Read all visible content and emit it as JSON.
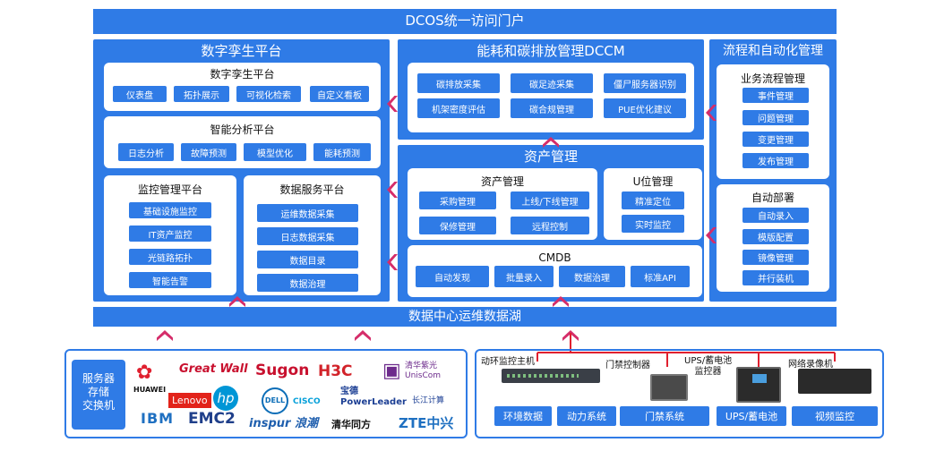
{
  "top_bar": "DCOS统一访问门户",
  "left": {
    "title": "数字孪生平台",
    "twin": {
      "title": "数字孪生平台",
      "items": [
        "仪表盘",
        "拓扑展示",
        "可视化检索",
        "自定义看板"
      ]
    },
    "analysis": {
      "title": "智能分析平台",
      "items": [
        "日志分析",
        "故障预测",
        "模型优化",
        "能耗预测"
      ]
    },
    "monitor": {
      "title": "监控管理平台",
      "items": [
        "基础设施监控",
        "IT资产监控",
        "光链路拓扑",
        "智能告警"
      ]
    },
    "data_service": {
      "title": "数据服务平台",
      "items": [
        "运维数据采集",
        "日志数据采集",
        "数据目录",
        "数据治理"
      ]
    }
  },
  "middle": {
    "title": "能耗和碳排放管理DCCM",
    "items": [
      "碳排放采集",
      "碳足迹采集",
      "僵尸服务器识别",
      "机架密度评估",
      "碳合规管理",
      "PUE优化建议"
    ],
    "asset_title": "资产管理",
    "asset": {
      "title": "资产管理",
      "items": [
        "采购管理",
        "上线/下线管理",
        "保修管理",
        "远程控制"
      ]
    },
    "u": {
      "title": "U位管理",
      "items": [
        "精准定位",
        "实时监控"
      ]
    },
    "cmdb": {
      "title": "CMDB",
      "items": [
        "自动发现",
        "批量录入",
        "数据治理",
        "标准API"
      ]
    }
  },
  "right": {
    "title": "流程和自动化管理",
    "workflow": {
      "title": "业务流程管理",
      "items": [
        "事件管理",
        "问题管理",
        "变更管理",
        "发布管理"
      ]
    },
    "deploy": {
      "title": "自动部署",
      "items": [
        "自动录入",
        "模版配置",
        "镜像管理",
        "并行装机"
      ]
    }
  },
  "data_lake": "数据中心运维数据湖",
  "servers": {
    "label": "服务器\n存储\n交换机",
    "brands": [
      "HUAWEI",
      "Great Wall",
      "Sugon",
      "H3C",
      "清华紫光 UnisCom",
      "Lenovo",
      "hp",
      "DELL",
      "CISCO",
      "宝德 PowerLeader",
      "长江计算",
      "IBM",
      "EMC2",
      "inspur 浪潮",
      "清华同方",
      "ZTE中兴"
    ]
  },
  "devices": {
    "labels": [
      "动环监控主机",
      "门禁控制器",
      "UPS/蓄电池\n监控器",
      "网络录像机"
    ],
    "buttons": [
      "环境数据",
      "动力系统",
      "门禁系统",
      "UPS/蓄电池",
      "视频监控"
    ]
  },
  "colors": {
    "primary": "#2f7be6",
    "chevron": "#d52d6a",
    "connector": "#e0202f"
  }
}
